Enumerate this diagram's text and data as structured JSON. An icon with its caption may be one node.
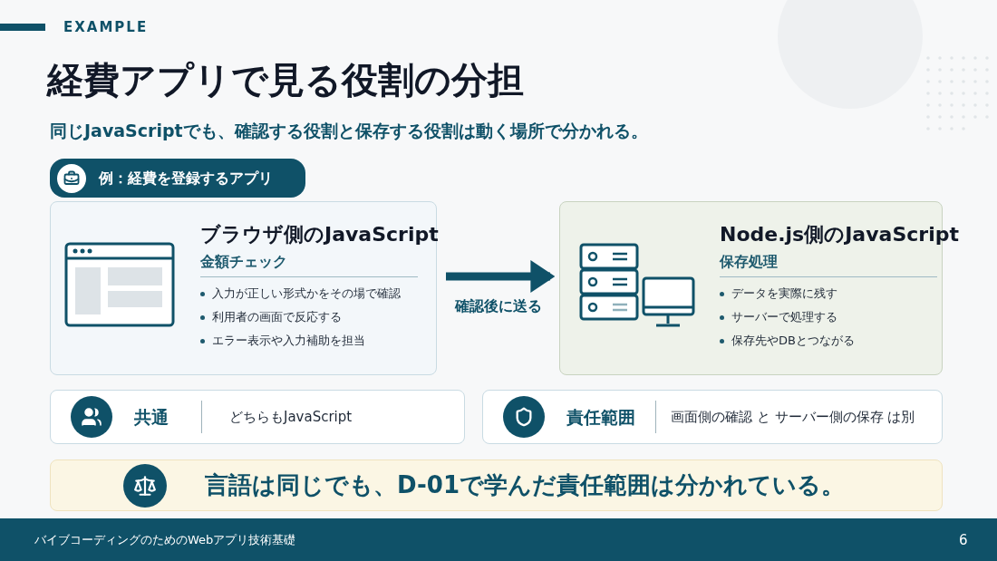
{
  "diagram": {
    "title": "経費アプリで見る役割の分担",
    "nodes": [
      {
        "text": [
          "ブラウザ側のJavaScript",
          "金額チェック",
          "入力が正しい形式かをその場で確認",
          "利用者の画面で反応する",
          "エラー表示や入力補助を担当"
        ]
      },
      {
        "text": [
          "Node.js側のJavaScript",
          "保存処理",
          "データを実際に残す",
          "サーバーで処理する",
          "保存先やDBとつながる"
        ]
      },
      {
        "text": [
          "例：経費を登録するアプリ"
        ]
      },
      {
        "text": [
          "共通",
          "どちらもJavaScript"
        ]
      },
      {
        "text": [
          "責任範囲",
          "画面側の確認 と サーバー側の保存 は別"
        ]
      },
      {
        "text": [
          "言語は同じでも、D-01で学んだ責任範囲は分かれている。"
        ]
      }
    ],
    "edges": [
      {
        "from": 0,
        "to": 1,
        "arrow": "to",
        "label": "確認後に送る"
      }
    ],
    "labels": [
      "EXAMPLE",
      "同じJavaScriptでも、確認する役割と保存する役割は動く場所で分かれる。",
      "バイブコーディングのためのWebアプリ技術基礎",
      "6"
    ]
  }
}
